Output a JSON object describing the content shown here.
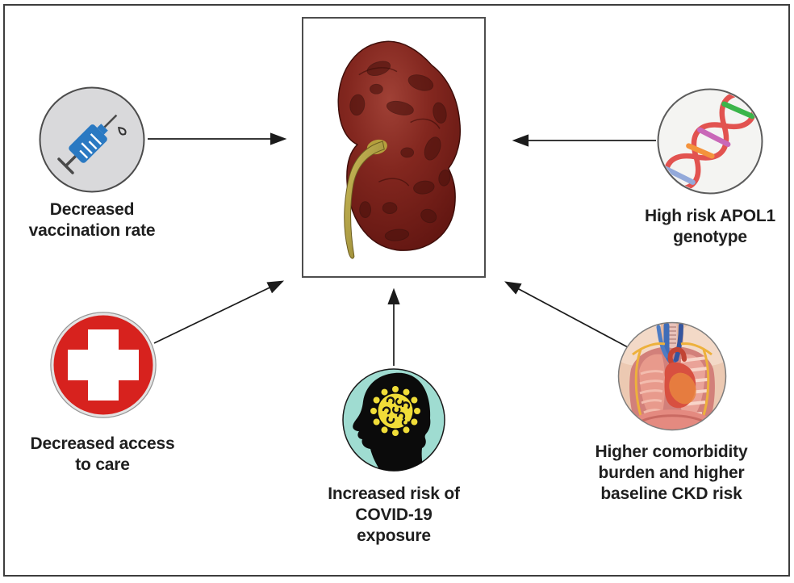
{
  "center": {
    "icon": "kidney-illustration"
  },
  "factors": [
    {
      "id": "vaccination",
      "icon": "syringe-icon",
      "label": "Decreased\nvaccination rate"
    },
    {
      "id": "apol1",
      "icon": "dna-icon",
      "label": "High risk APOL1\ngenotype"
    },
    {
      "id": "access",
      "icon": "medical-cross-icon",
      "label": "Decreased access\nto care"
    },
    {
      "id": "exposure",
      "icon": "head-virus-icon",
      "label": "Increased risk of\nCOVID-19\nexposure"
    },
    {
      "id": "comorbidity",
      "icon": "chest-anatomy-icon",
      "label": "Higher comorbidity\nburden and higher\nbaseline CKD risk"
    }
  ],
  "colors": {
    "syringe_blue": "#2a79c2",
    "cross_red": "#d7221e",
    "head_teal": "#9fdcd1",
    "virus_yellow": "#f0dd38",
    "kidney_dark_red": "#7b241e",
    "ureter_olive": "#b5a03c",
    "dna_strand_red": "#e25350",
    "dna_rung_green": "#3bb54a",
    "dna_rung_magenta": "#c968b8",
    "dna_rung_orange": "#f4933c",
    "dna_rung_blue": "#93a9da",
    "arrow_black": "#1b1b1b"
  }
}
